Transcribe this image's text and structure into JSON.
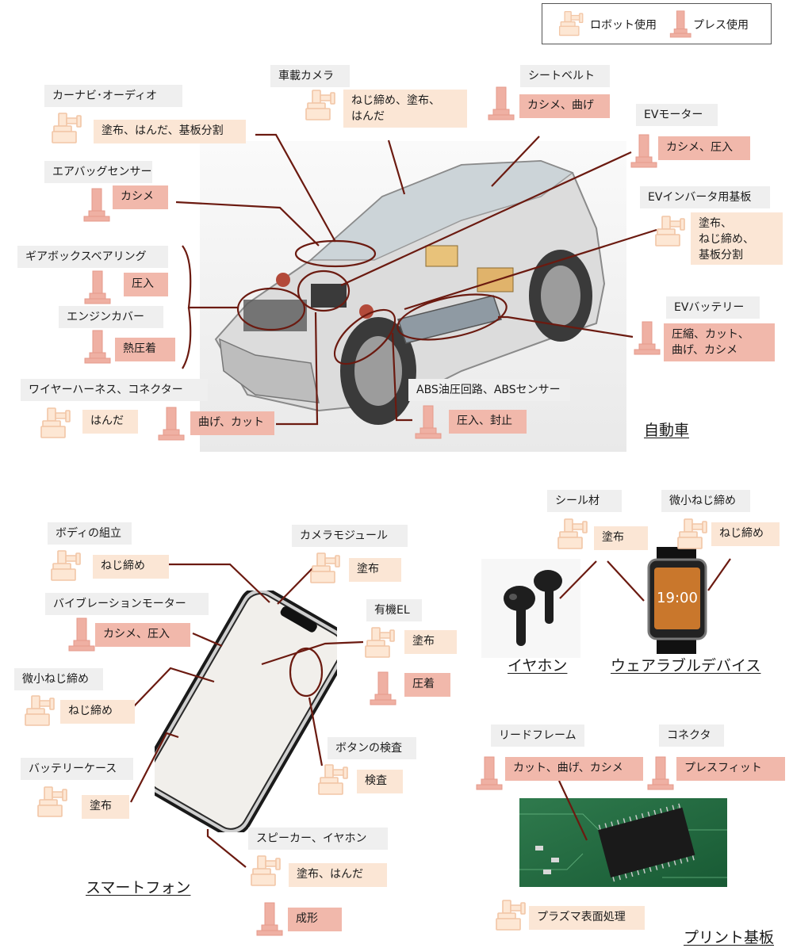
{
  "legend": {
    "robot": "ロボット使用",
    "press": "プレス使用"
  },
  "icons": {
    "robot": "robot-arm-icon",
    "press": "press-machine-icon"
  },
  "colors": {
    "robot_tag": "#fbe6d5",
    "press_tag": "#f1b8ab",
    "leader_line": "#6b1a10",
    "label_bg": "#efefef"
  },
  "sections": {
    "car": "自動車",
    "smartphone": "スマートフォン",
    "earphone": "イヤホン",
    "wearable": "ウェアラブルデバイス",
    "pcb": "プリント基板"
  },
  "car": {
    "navi": {
      "label": "カーナビ･オーディオ",
      "robot": "塗布、はんだ、基板分割"
    },
    "airbag": {
      "label": "エアバッグセンサー",
      "press": "カシメ"
    },
    "gearbox": {
      "label": "ギアボックスベアリング",
      "press": "圧入"
    },
    "engine_cover": {
      "label": "エンジンカバー",
      "press": "熱圧着"
    },
    "harness": {
      "label": "ワイヤーハーネス、コネクター",
      "robot": "はんだ",
      "press": "曲げ、カット"
    },
    "camera": {
      "label": "車載カメラ",
      "robot": "ねじ締め、塗布、\nはんだ"
    },
    "seatbelt": {
      "label": "シートベルト",
      "press": "カシメ、曲げ"
    },
    "ev_motor": {
      "label": "EVモーター",
      "press": "カシメ、圧入"
    },
    "ev_inverter": {
      "label": "EVインバータ用基板",
      "robot": "塗布、\nねじ締め、\n基板分割"
    },
    "ev_battery": {
      "label": "EVバッテリー",
      "press": "圧縮、カット、\n曲げ、カシメ"
    },
    "abs": {
      "label": "ABS油圧回路、ABSセンサー",
      "press": "圧入、封止"
    }
  },
  "phone": {
    "body": {
      "label": "ボディの組立",
      "robot": "ねじ締め"
    },
    "vibration": {
      "label": "バイブレーションモーター",
      "press": "カシメ、圧入"
    },
    "micro_screw": {
      "label": "微小ねじ締め",
      "robot": "ねじ締め"
    },
    "battery_case": {
      "label": "バッテリーケース",
      "robot": "塗布"
    },
    "camera_module": {
      "label": "カメラモジュール",
      "robot": "塗布"
    },
    "oled": {
      "label": "有機EL",
      "robot": "塗布",
      "press": "圧着"
    },
    "button": {
      "label": "ボタンの検査",
      "robot": "検査"
    },
    "speaker": {
      "label": "スピーカー、イヤホン",
      "robot": "塗布、はんだ",
      "press": "成形"
    }
  },
  "wear": {
    "seal": {
      "label": "シール材",
      "robot": "塗布"
    },
    "micro_screw": {
      "label": "微小ねじ締め",
      "robot": "ねじ締め"
    },
    "watch_time": "19:00"
  },
  "pcb": {
    "leadframe": {
      "label": "リードフレーム",
      "press": "カット、曲げ、カシメ"
    },
    "connector": {
      "label": "コネクタ",
      "press": "プレスフィット"
    },
    "plasma": {
      "robot": "プラズマ表面処理"
    }
  }
}
